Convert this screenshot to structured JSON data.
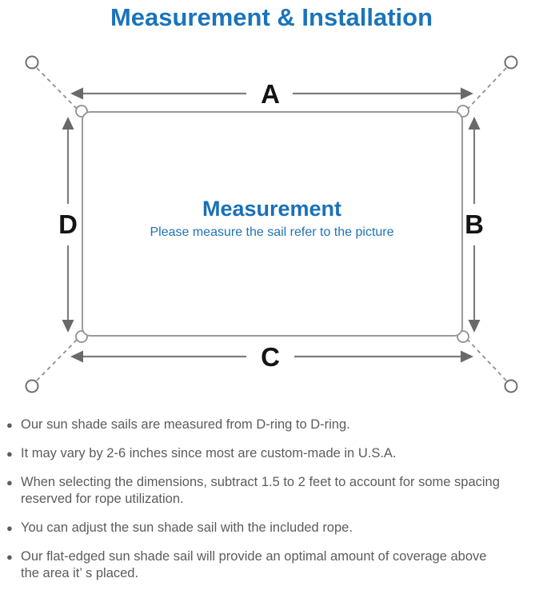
{
  "title": "Measurement & Installation",
  "diagram": {
    "label_a": "A",
    "label_b": "B",
    "label_c": "C",
    "label_d": "D",
    "center_title": "Measurement",
    "center_subtitle": "Please measure the sail refer to the picture"
  },
  "bullets": {
    "glyph": "●",
    "items": [
      "Our sun shade sails are measured from D-ring to D-ring.",
      "It may vary by 2-6 inches since most are custom-made in U.S.A.",
      "When selecting the dimensions, subtract 1.5 to 2 feet to account for some spacing\nreserved for rope utilization.",
      "You can adjust the sun shade sail with the included rope.",
      "Our flat-edged sun shade sail will provide an optimal amount of coverage above\nthe area it’ s placed."
    ]
  },
  "colors": {
    "accent_blue": "#1b74bb",
    "center_blue": "#1a70b8",
    "dimension_letter": "#141414",
    "line_gray": "#8f8f8f",
    "arrow_gray": "#696969",
    "note_text_gray": "#5c5c5c"
  }
}
